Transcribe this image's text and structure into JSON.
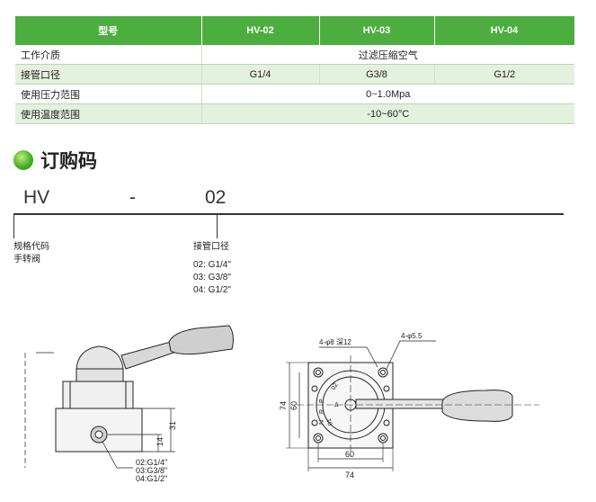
{
  "table": {
    "headers": [
      "型号",
      "HV-02",
      "HV-03",
      "HV-04"
    ],
    "rows": [
      {
        "label": "工作介质",
        "value": "过滤压缩空气"
      },
      {
        "label": "接管口径",
        "values": [
          "G1/4",
          "G3/8",
          "G1/2"
        ]
      },
      {
        "label": "使用压力范围",
        "value": "0~1.0Mpa"
      },
      {
        "label": "使用温度范围",
        "value": "-10~60°C"
      }
    ]
  },
  "order_code": {
    "title": "订购码",
    "prefix": "HV",
    "separator": "-",
    "code": "02",
    "spec_label_1": "规格代码",
    "spec_label_2": "手转阀",
    "port_label": "接管口径",
    "port_options": [
      "02: G1/4\"",
      "03: G3/8\"",
      "04: G1/2\""
    ]
  },
  "drawing_left": {
    "dim_31": "31",
    "dim_14": "14",
    "port_callout": [
      "02:G1/4\"",
      "03:G3/8\"",
      "04:G1/2\""
    ]
  },
  "drawing_right": {
    "hole_label_1": "4-φ8 深12",
    "hole_label_2": "4-φ5.5",
    "dim_74_v": "74",
    "dim_60_v": "60",
    "dim_60_h": "60",
    "dim_74_h": "74",
    "dial_texts": [
      "02",
      "P",
      "Δ",
      "R",
      "N",
      "01"
    ]
  },
  "colors": {
    "header_green": "#4cae3e",
    "row_tint": "#e4f1df"
  }
}
